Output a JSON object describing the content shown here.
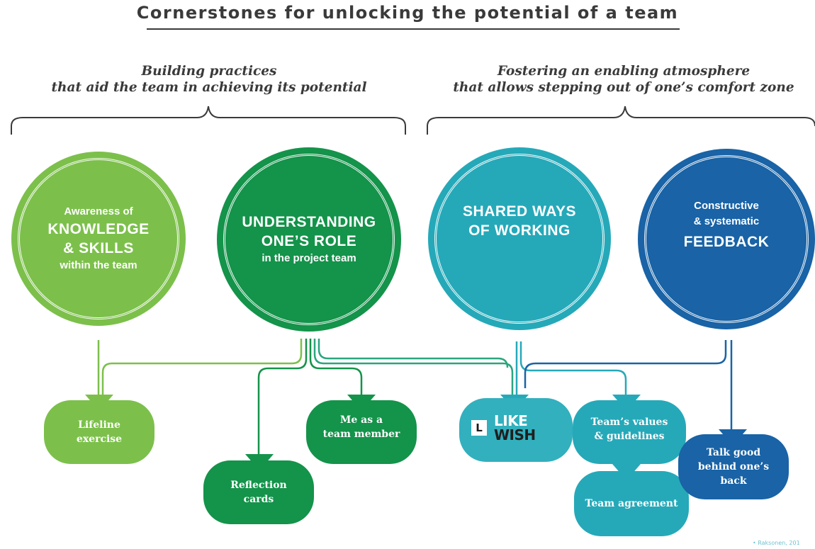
{
  "title": "Cornerstones for unlocking the potential of a team",
  "groups": [
    {
      "lines": [
        "Building practices",
        "that aid the team in achieving its potential"
      ]
    },
    {
      "lines": [
        "Fostering an enabling atmosphere",
        "that allows stepping out of one’s comfort zone"
      ]
    }
  ],
  "cornerstones": [
    {
      "lines": [
        "Awareness of",
        "KNOWLEDGE",
        "& SKILLS",
        "within the team"
      ],
      "color": "#7cc04b"
    },
    {
      "lines": [
        "UNDERSTANDING",
        "ONE’S ROLE",
        "in the project team"
      ],
      "color": "#14934a"
    },
    {
      "lines": [
        "SHARED WAYS",
        "OF WORKING"
      ],
      "color": "#25a9b9"
    },
    {
      "lines": [
        "Constructive",
        "& systematic",
        "FEEDBACK"
      ],
      "color": "#1963a6"
    }
  ],
  "practices": [
    {
      "lines": [
        "Lifeline",
        "exercise"
      ],
      "color": "#7cc04b"
    },
    {
      "lines": [
        "Reflection",
        "cards"
      ],
      "color": "#14934a"
    },
    {
      "lines": [
        "Me as a",
        "team member"
      ],
      "color": "#14934a"
    },
    {
      "lines": [
        "LIKE",
        "WISH"
      ],
      "badge": "L",
      "color": "#32b0be"
    },
    {
      "lines": [
        "Team’s values",
        "& guidelines"
      ],
      "color": "#25a9b9"
    },
    {
      "lines": [
        "Team agreement"
      ],
      "color": "#25a9b9"
    },
    {
      "lines": [
        "Talk good",
        "behind one’s",
        "back"
      ],
      "color": "#1963a6"
    }
  ],
  "credit": "• Raksonen, 201"
}
